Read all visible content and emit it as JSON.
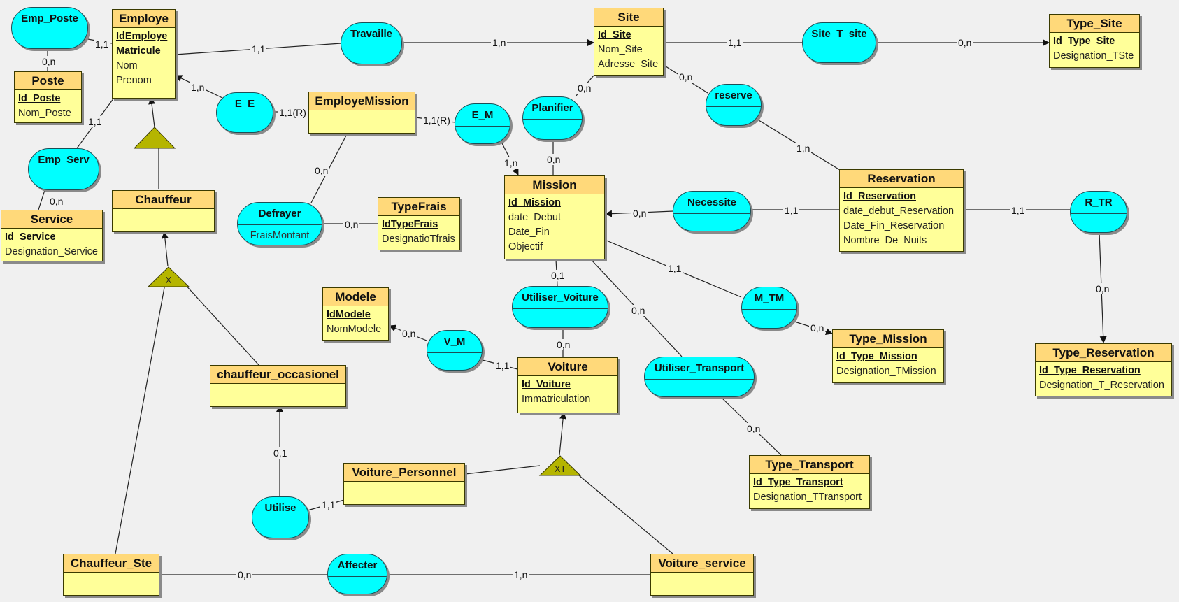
{
  "entities": {
    "employe": {
      "title": "Employe",
      "attrs": [
        "IdEmploye",
        "Matricule",
        "Nom",
        "Prenom"
      ]
    },
    "poste": {
      "title": "Poste",
      "attrs": [
        "Id_Poste",
        "Nom_Poste"
      ]
    },
    "service": {
      "title": "Service",
      "attrs": [
        "Id_Service",
        "Designation_Service"
      ]
    },
    "site": {
      "title": "Site",
      "attrs": [
        "Id_Site",
        "Nom_Site",
        "Adresse_Site"
      ]
    },
    "type_site": {
      "title": "Type_Site",
      "attrs": [
        "Id_Type_Site",
        "Designation_TSte"
      ]
    },
    "employe_mission": {
      "title": "EmployeMission"
    },
    "typefrais": {
      "title": "TypeFrais",
      "attrs": [
        "IdTypeFrais",
        "DesignatioTfrais"
      ]
    },
    "mission": {
      "title": "Mission",
      "attrs": [
        "Id_Mission",
        "date_Debut",
        "Date_Fin",
        "Objectif"
      ]
    },
    "reservation": {
      "title": "Reservation",
      "attrs": [
        "Id_Reservation",
        "date_debut_Reservation",
        "Date_Fin_Reservation",
        "Nombre_De_Nuits"
      ]
    },
    "type_reservation": {
      "title": "Type_Reservation",
      "attrs": [
        "Id_Type_Reservation",
        "Designation_T_Reservation"
      ]
    },
    "type_mission": {
      "title": "Type_Mission",
      "attrs": [
        "Id_Type_Mission",
        "Designation_TMission"
      ]
    },
    "chauffeur": {
      "title": "Chauffeur"
    },
    "modele": {
      "title": "Modele",
      "attrs": [
        "IdModele",
        "NomModele"
      ]
    },
    "voiture": {
      "title": "Voiture",
      "attrs": [
        "Id_Voiture",
        "Immatriculation"
      ]
    },
    "chauffeur_occasionel": {
      "title": "chauffeur_occasionel"
    },
    "voiture_personnel": {
      "title": "Voiture_Personnel"
    },
    "type_transport": {
      "title": "Type_Transport",
      "attrs": [
        "Id_Type_Transport",
        "Designation_TTransport"
      ]
    },
    "chauffeur_ste": {
      "title": "Chauffeur_Ste"
    },
    "voiture_service": {
      "title": "Voiture_service"
    }
  },
  "associations": {
    "emp_poste": "Emp_Poste",
    "travaille": "Travaille",
    "site_t_site": "Site_T_site",
    "e_e": "E_E",
    "e_m": "E_M",
    "planifier": "Planifier",
    "reserve": "reserve",
    "emp_serv": "Emp_Serv",
    "defrayer": "Defrayer",
    "defrayer_attr": "FraisMontant",
    "necessite": "Necessite",
    "r_tr": "R_TR",
    "utiliser_voiture": "Utiliser_Voiture",
    "m_tm": "M_TM",
    "v_m": "V_M",
    "utiliser_transport": "Utiliser_Transport",
    "utilise": "Utilise",
    "affecter": "Affecter"
  },
  "inheritance": {
    "chauffeur_marker": "X",
    "voiture_marker": "XT"
  },
  "cardinalities": {
    "c_emp_poste_employe": "1,1",
    "c_emp_poste_poste": "0,n",
    "c_travaille_employe": "1,1",
    "c_travaille_site": "1,n",
    "c_site_t_site_site": "1,1",
    "c_site_t_site_type": "0,n",
    "c_e_e_employe": "1,n",
    "c_e_e_em": "1,1(R)",
    "c_e_m_em": "1,1(R)",
    "c_e_m_mission": "1,n",
    "c_planifier_site": "0,n",
    "c_planifier_mission": "0,n",
    "c_reserve_site": "0,n",
    "c_reserve_reservation": "1,n",
    "c_emp_serv_employe": "1,1",
    "c_emp_serv_service": "0,n",
    "c_defrayer_em": "0,n",
    "c_defrayer_typefrais": "0,n",
    "c_necessite_mission": "0,n",
    "c_necessite_reservation": "1,1",
    "c_r_tr_reservation": "1,1",
    "c_r_tr_type": "0,n",
    "c_utiliser_voiture_mission": "0,1",
    "c_utiliser_voiture_voiture": "0,n",
    "c_m_tm_mission": "1,1",
    "c_m_tm_type": "0,n",
    "c_utiliser_transport_mission": "0,n",
    "c_utiliser_transport_type": "0,n",
    "c_v_m_modele": "0,n",
    "c_v_m_voiture": "1,1",
    "c_utilise_occasionel": "0,1",
    "c_utilise_vp": "1,1",
    "c_affecter_ste": "0,n",
    "c_affecter_vs": "1,n"
  },
  "colors": {
    "entity_fill": "#ffff99",
    "entity_header": "#ffd97a",
    "association_fill": "#00ffff",
    "inheritance_fill": "#b5b500",
    "line": "#222222",
    "background": "#f0f0f0"
  }
}
